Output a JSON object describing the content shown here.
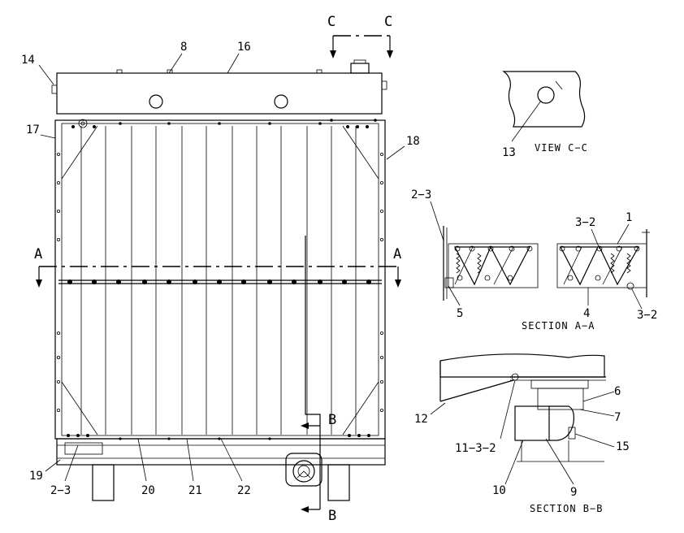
{
  "labels": {
    "l1": "1",
    "l2_3a": "2−3",
    "l2_3b": "2−3",
    "l3_2a": "3−2",
    "l3_2b": "3−2",
    "l4": "4",
    "l5": "5",
    "l6": "6",
    "l7": "7",
    "l8": "8",
    "l9": "9",
    "l10": "10",
    "l11_3_2": "11−3−2",
    "l12": "12",
    "l13": "13",
    "l14": "14",
    "l15": "15",
    "l16": "16",
    "l17": "17",
    "l18": "18",
    "l19": "19",
    "l20": "20",
    "l21": "21",
    "l22": "22"
  },
  "section_markers": {
    "a_left": "A",
    "a_right": "A",
    "b_top": "B",
    "b_bottom": "B",
    "c_left": "C",
    "c_right": "C"
  },
  "captions": {
    "view_cc": "VIEW C−C",
    "section_aa": "SECTION A−A",
    "section_bb": "SECTION B−B"
  }
}
